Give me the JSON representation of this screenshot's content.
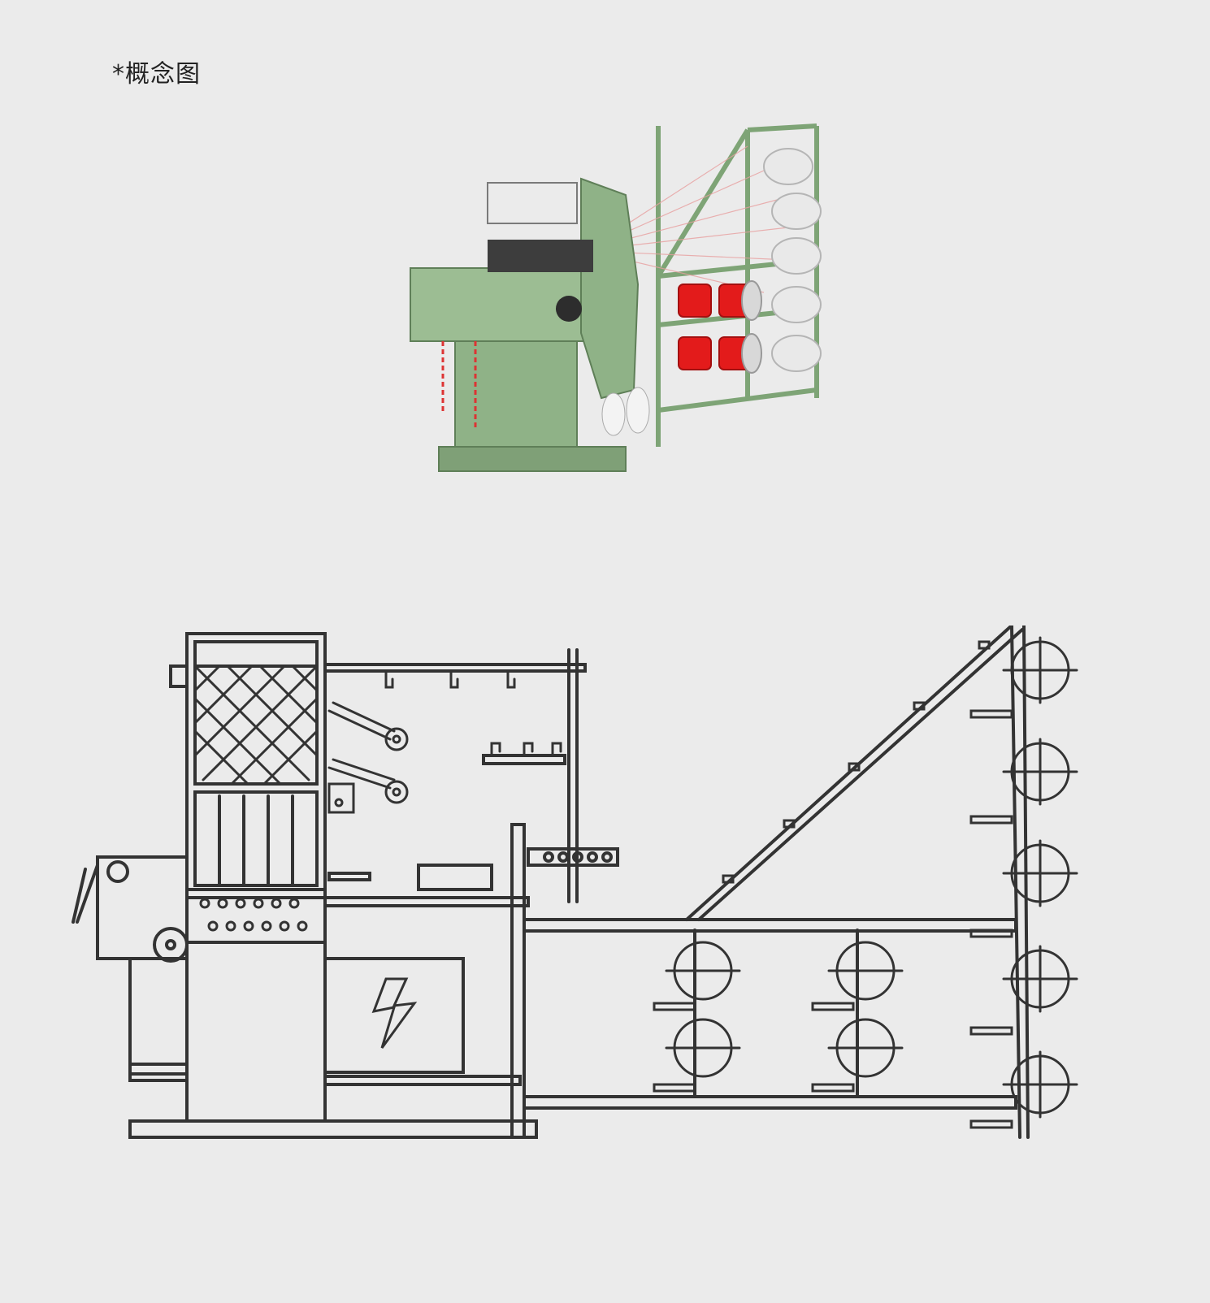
{
  "caption": "*概念图",
  "colors": {
    "background": "#ebebeb",
    "machine_green": "#8fb287",
    "machine_green_dark": "#5f7f58",
    "thread_red": "#e31b1b",
    "line": "#333333"
  },
  "images": {
    "photo": "needle-loom-machine-render",
    "drawing": "needle-loom-line-schematic"
  }
}
